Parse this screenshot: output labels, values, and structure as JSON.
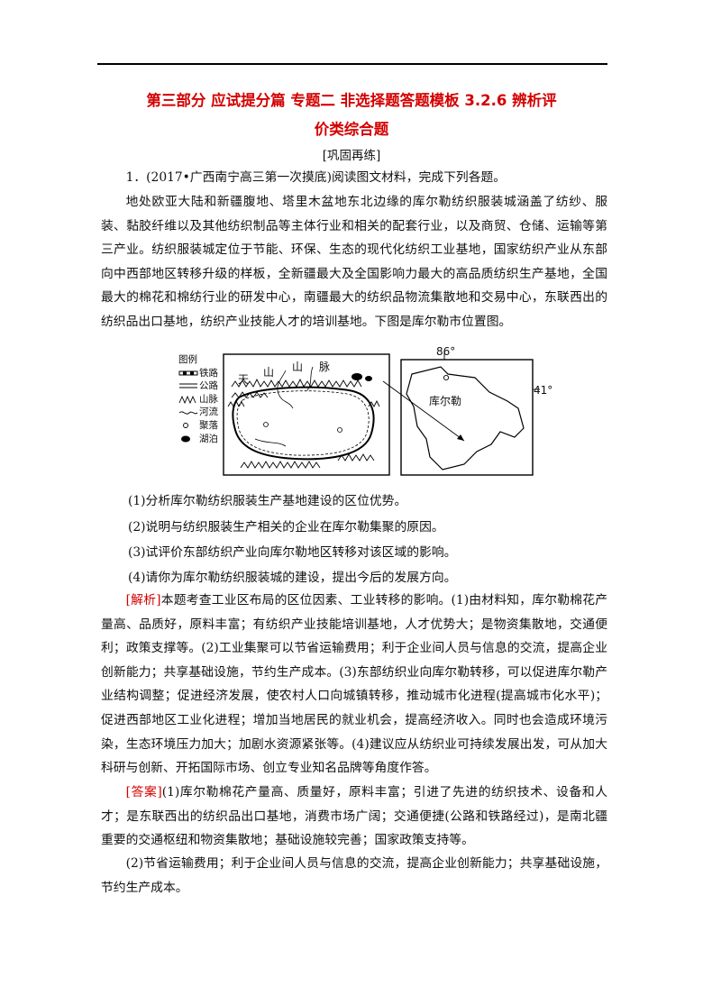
{
  "title": {
    "line1": "第三部分  应试提分篇  专题二  非选择题答题模板  3.2.6  辨析评",
    "line2": "价类综合题"
  },
  "subheading": "[巩固再练]",
  "question": {
    "intro": "1．(2017•广西南宁高三第一次摸底)阅读图文材料，完成下列各题。",
    "material": "地处欧亚大陆和新疆腹地、塔里木盆地东北边缘的库尔勒纺织服装城涵盖了纺纱、服装、黏胶纤维以及其他纺织制品等主体行业和相关的配套行业，以及商贸、仓储、运输等第三产业。纺织服装城定位于节能、环保、生态的现代化纺织工业基地，国家纺织产业从东部向中西部地区转移升级的样板，全新疆最大及全国影响力最大的高品质纺织生产基地，全国最大的棉花和棉纺行业的研发中心，南疆最大的纺织品物流集散地和交易中心，东联西出的纺织品出口基地，纺织产业技能人才的培训基地。下图是库尔勒市位置图。",
    "sub_questions": [
      "(1)分析库尔勒纺织服装生产基地建设的区位优势。",
      "(2)说明与纺织服装生产相关的企业在库尔勒集聚的原因。",
      "(3)试评价东部纺织产业向库尔勒地区转移对该区域的影响。",
      "(4)请你为库尔勒纺织服装城的建设，提出今后的发展方向。"
    ]
  },
  "figure": {
    "legend_title": "图例",
    "legend_items": [
      {
        "label": "铁路",
        "icon": "railway-icon"
      },
      {
        "label": "公路",
        "icon": "road-icon"
      },
      {
        "label": "山脉",
        "icon": "mountain-icon"
      },
      {
        "label": "河流",
        "icon": "river-icon"
      },
      {
        "label": "聚落",
        "icon": "settlement-icon"
      },
      {
        "label": "湖泊",
        "icon": "lake-icon"
      }
    ],
    "mountain_label": [
      "天",
      "山",
      "山",
      "脉"
    ],
    "longitude": "86°",
    "latitude": "41°",
    "city": "库尔勒"
  },
  "analysis": {
    "tag": "[解析]",
    "text": "本题考查工业区布局的区位因素、工业转移的影响。(1)由材料知，库尔勒棉花产量高、品质好，原料丰富；有纺织产业技能培训基地，人才优势大；是物资集散地，交通便利；政策支撑等。(2)工业集聚可以节省运输费用；利于企业间人员与信息的交流，提高企业创新能力；共享基础设施，节约生产成本。(3)东部纺织业向库尔勒转移，可以促进库尔勒产业结构调整；促进经济发展，使农村人口向城镇转移，推动城市化进程(提高城市化水平)；促进西部地区工业化进程；增加当地居民的就业机会，提高经济收入。同时也会造成环境污染，生态环境压力加大；加剧水资源紧张等。(4)建议应从纺织业可持续发展出发，可从加大科研与创新、开拓国际市场、创立专业知名品牌等角度作答。"
  },
  "answer": {
    "tag": "[答案]",
    "part1": "(1)库尔勒棉花产量高、质量好，原料丰富；引进了先进的纺织技术、设备和人才；是东联西出的纺织品出口基地，消费市场广阔；交通便捷(公路和铁路经过)，是南北疆重要的交通枢纽和物资集散地；基础设施较完善；国家政策支持等。",
    "part2": "(2)节省运输费用；利于企业间人员与信息的交流，提高企业创新能力；共享基础设施，节约生产成本。"
  }
}
